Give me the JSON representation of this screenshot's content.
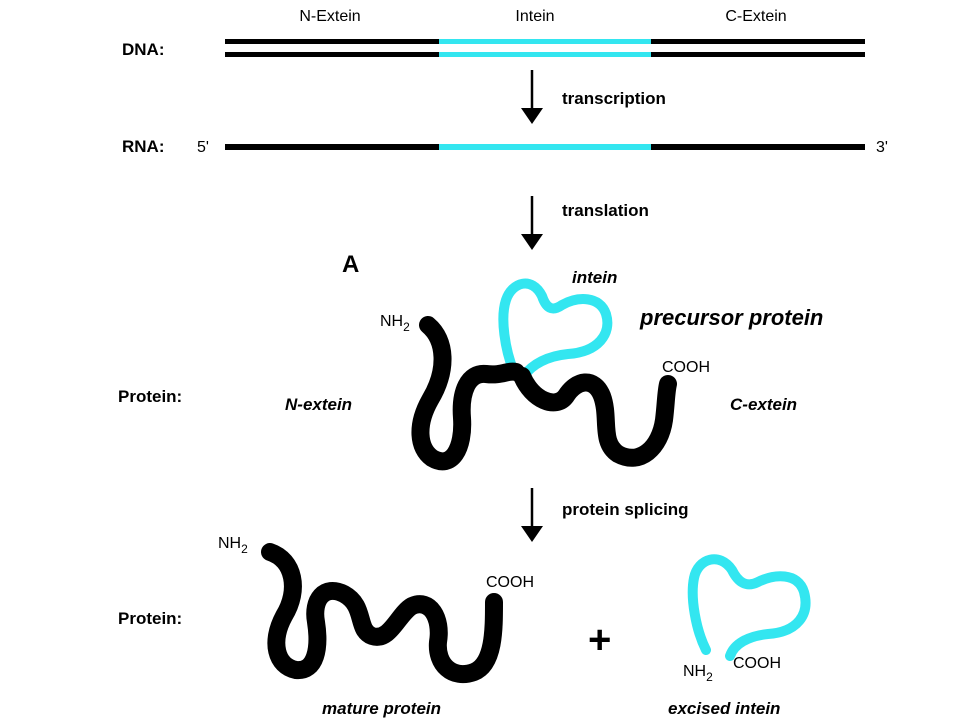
{
  "header": {
    "n_extein": "N-Extein",
    "intein": "Intein",
    "c_extein": "C-Extein"
  },
  "rows": {
    "dna": "DNA:",
    "rna": "RNA:",
    "protein_1": "Protein:",
    "protein_2": "Protein:"
  },
  "rna_ends": {
    "five_prime": "5'",
    "three_prime": "3'"
  },
  "steps": {
    "transcription": "transcription",
    "translation": "translation",
    "splicing": "protein splicing"
  },
  "panel_letter": "A",
  "precursor": {
    "intein_label": "intein",
    "title": "precursor protein",
    "n_extein_label": "N-extein",
    "c_extein_label": "C-extein",
    "nh2": "NH",
    "nh2_sub": "2",
    "cooh": "COOH"
  },
  "products": {
    "mature_label": "mature protein",
    "excised_label": "excised intein",
    "mature_nh2": "NH",
    "mature_nh2_sub": "2",
    "mature_cooh": "COOH",
    "intein_nh2": "NH",
    "intein_nh2_sub": "2",
    "intein_cooh": "COOH",
    "plus": "+"
  },
  "colors": {
    "extein": "#000000",
    "intein": "#33e6f0"
  }
}
